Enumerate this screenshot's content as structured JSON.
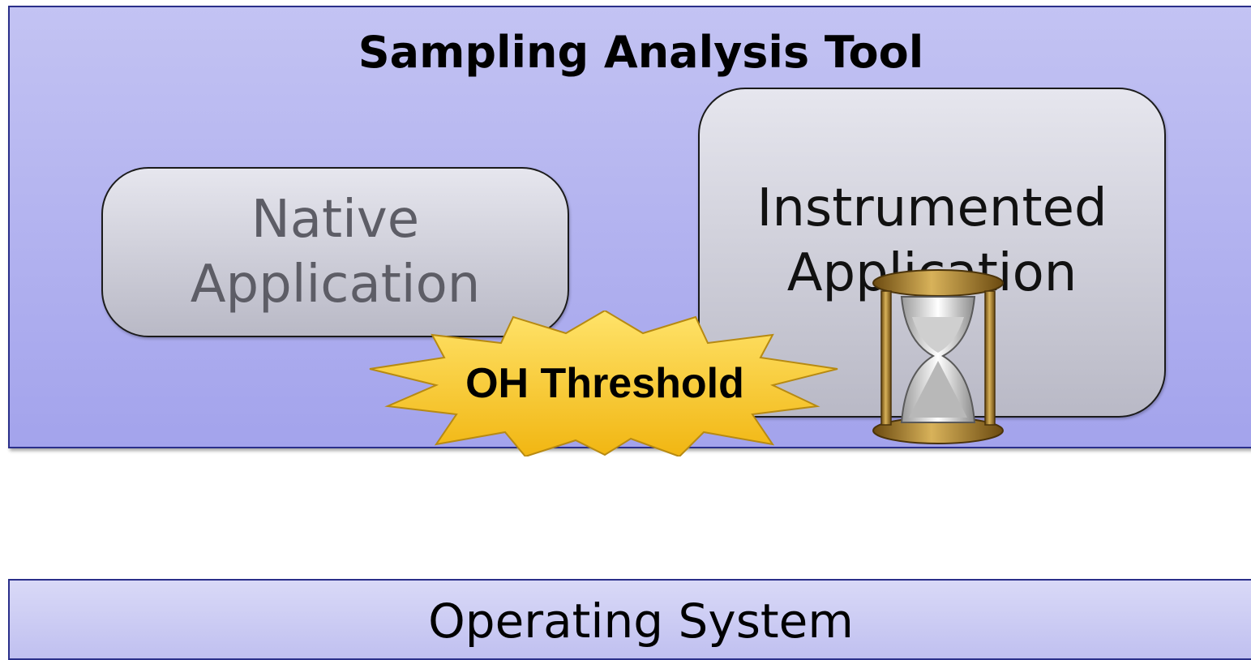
{
  "tool_panel": {
    "title": "Sampling Analysis Tool"
  },
  "native_app": {
    "line1": "Native",
    "line2": "Application"
  },
  "instrumented_app": {
    "line1": "Instrumented",
    "line2": "Application"
  },
  "threshold_burst": {
    "label": "OH Threshold",
    "color": "#f5c420"
  },
  "hourglass": {
    "icon": "hourglass-icon"
  },
  "os_panel": {
    "title": "Operating System"
  }
}
